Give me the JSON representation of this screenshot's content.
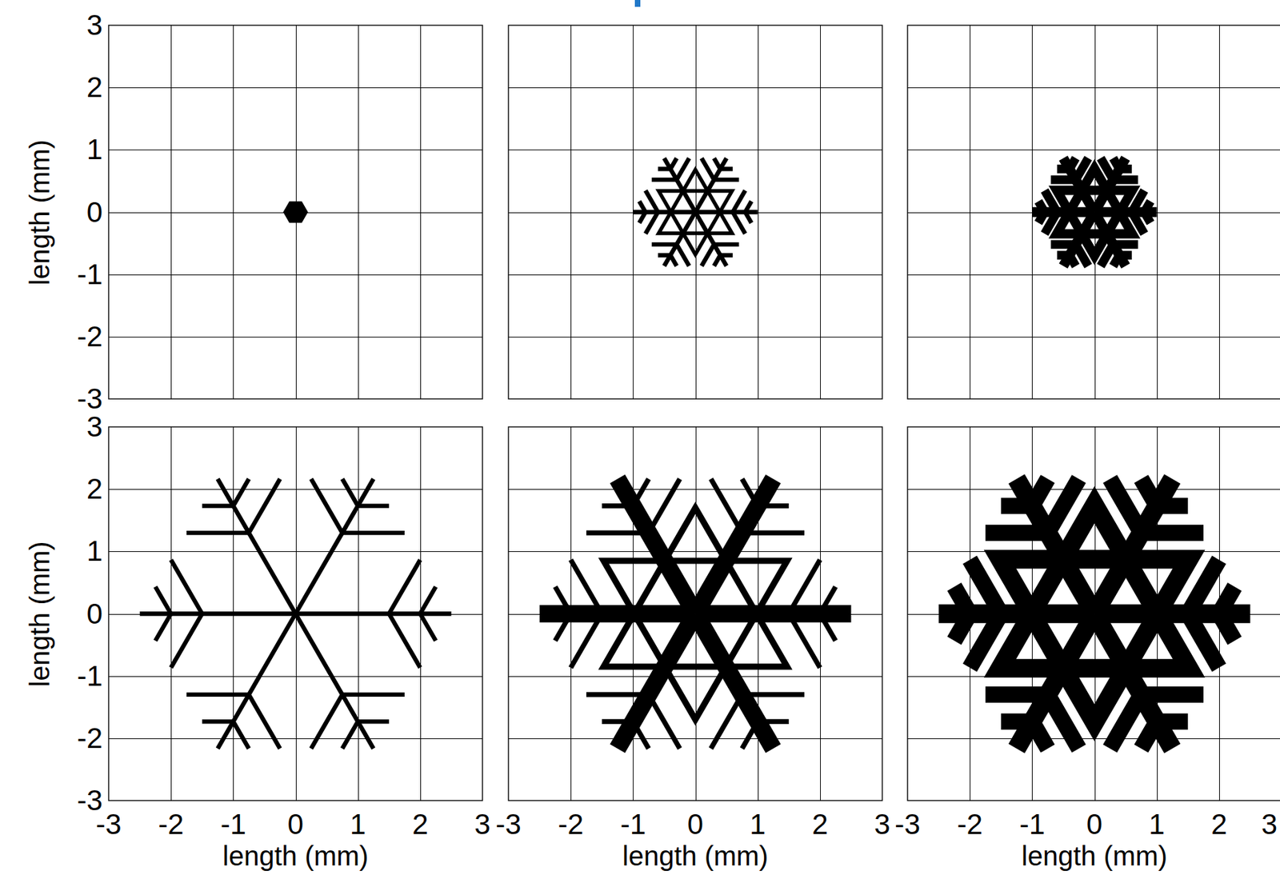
{
  "diagram": {
    "labels": [
      "3",
      "2",
      "1",
      "0",
      "-1",
      "-2",
      "-3",
      "length (mm)",
      "3",
      "2",
      "1",
      "0",
      "-1",
      "-2",
      "-3",
      "length (mm)",
      "-3",
      "-2",
      "-1",
      "0",
      "1",
      "2",
      "3",
      "length (mm)",
      "-3",
      "-2",
      "-1",
      "0",
      "1",
      "2",
      "3",
      "length (mm)",
      "-3",
      "-2",
      "-1",
      "0",
      "1",
      "2",
      "3",
      "length (mm)"
    ]
  }
}
